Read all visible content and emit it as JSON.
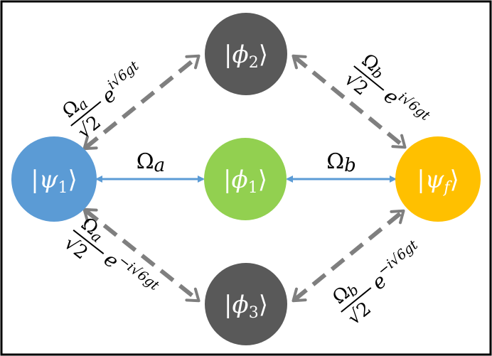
{
  "colors": {
    "border": "#000000",
    "psi1_fill": "#5b9bd5",
    "phi1_fill": "#92d050",
    "psif_fill": "#ffc000",
    "phi_dark_fill": "#595959",
    "solid_arrow": "#5b9bd5",
    "dashed_arrow": "#7f7f7f",
    "node_text": "#ffffff",
    "label_text": "#000000"
  },
  "nodes": {
    "psi1": {
      "ket_symbol": "ψ",
      "ket_sub": "1"
    },
    "phi1": {
      "ket_symbol": "ϕ",
      "ket_sub": "1"
    },
    "phi2": {
      "ket_symbol": "ϕ",
      "ket_sub": "2"
    },
    "phi3": {
      "ket_symbol": "ϕ",
      "ket_sub": "3"
    },
    "psif": {
      "ket_symbol": "ψ",
      "ket_sub": "f"
    }
  },
  "ket": {
    "open": "|",
    "close": "⟩"
  },
  "labels": {
    "omega": "Ω",
    "sub_a": "a",
    "sub_b": "b",
    "sqrt": "√",
    "two": "2",
    "e": "e",
    "exp_pos": "i√6gt",
    "exp_neg": "−i√6gt"
  }
}
